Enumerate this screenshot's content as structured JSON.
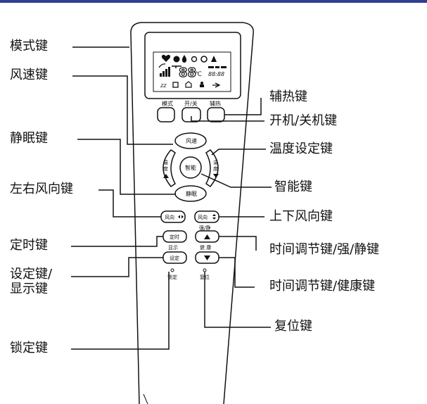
{
  "buttons": {
    "mode": "模式",
    "onoff": "开/关",
    "aux_heat": "辅热",
    "fan_speed": "风速",
    "temp_up": [
      "温",
      "度"
    ],
    "temp_down": [
      "温",
      "度"
    ],
    "smart": "智能",
    "sleep": "静眠",
    "swing_lr": "风向",
    "swing_ud": "风向",
    "timer": "定时",
    "strong_quiet_label": "强/静",
    "display_label": "显示",
    "set": "设定",
    "health_label": "健 康",
    "lock_label": "锁定",
    "reset_label": "复位"
  },
  "callouts": {
    "mode_key": "模式键",
    "fan_speed_key": "风速键",
    "sleep_key": "静眠键",
    "swing_lr_key": "左右风向键",
    "timer_key": "定时键",
    "set_key_line1": "设定键/",
    "set_key_line2": "显示键",
    "lock_key": "锁定键",
    "aux_heat_key": "辅热键",
    "onoff_key": "开机/关机键",
    "temp_set_key": "温度设定键",
    "smart_key": "智能键",
    "swing_ud_key": "上下风向键",
    "time_adjust_strong_key": "时间调节键/强/静键",
    "time_adjust_health_key": "时间调节键/健康键",
    "reset_key": "复位键"
  },
  "lcd": {
    "digits": "88",
    "unit": "℃",
    "clock": "88:88"
  },
  "colors": {
    "line": "#111111",
    "header_bar": "#2f3f8f"
  }
}
